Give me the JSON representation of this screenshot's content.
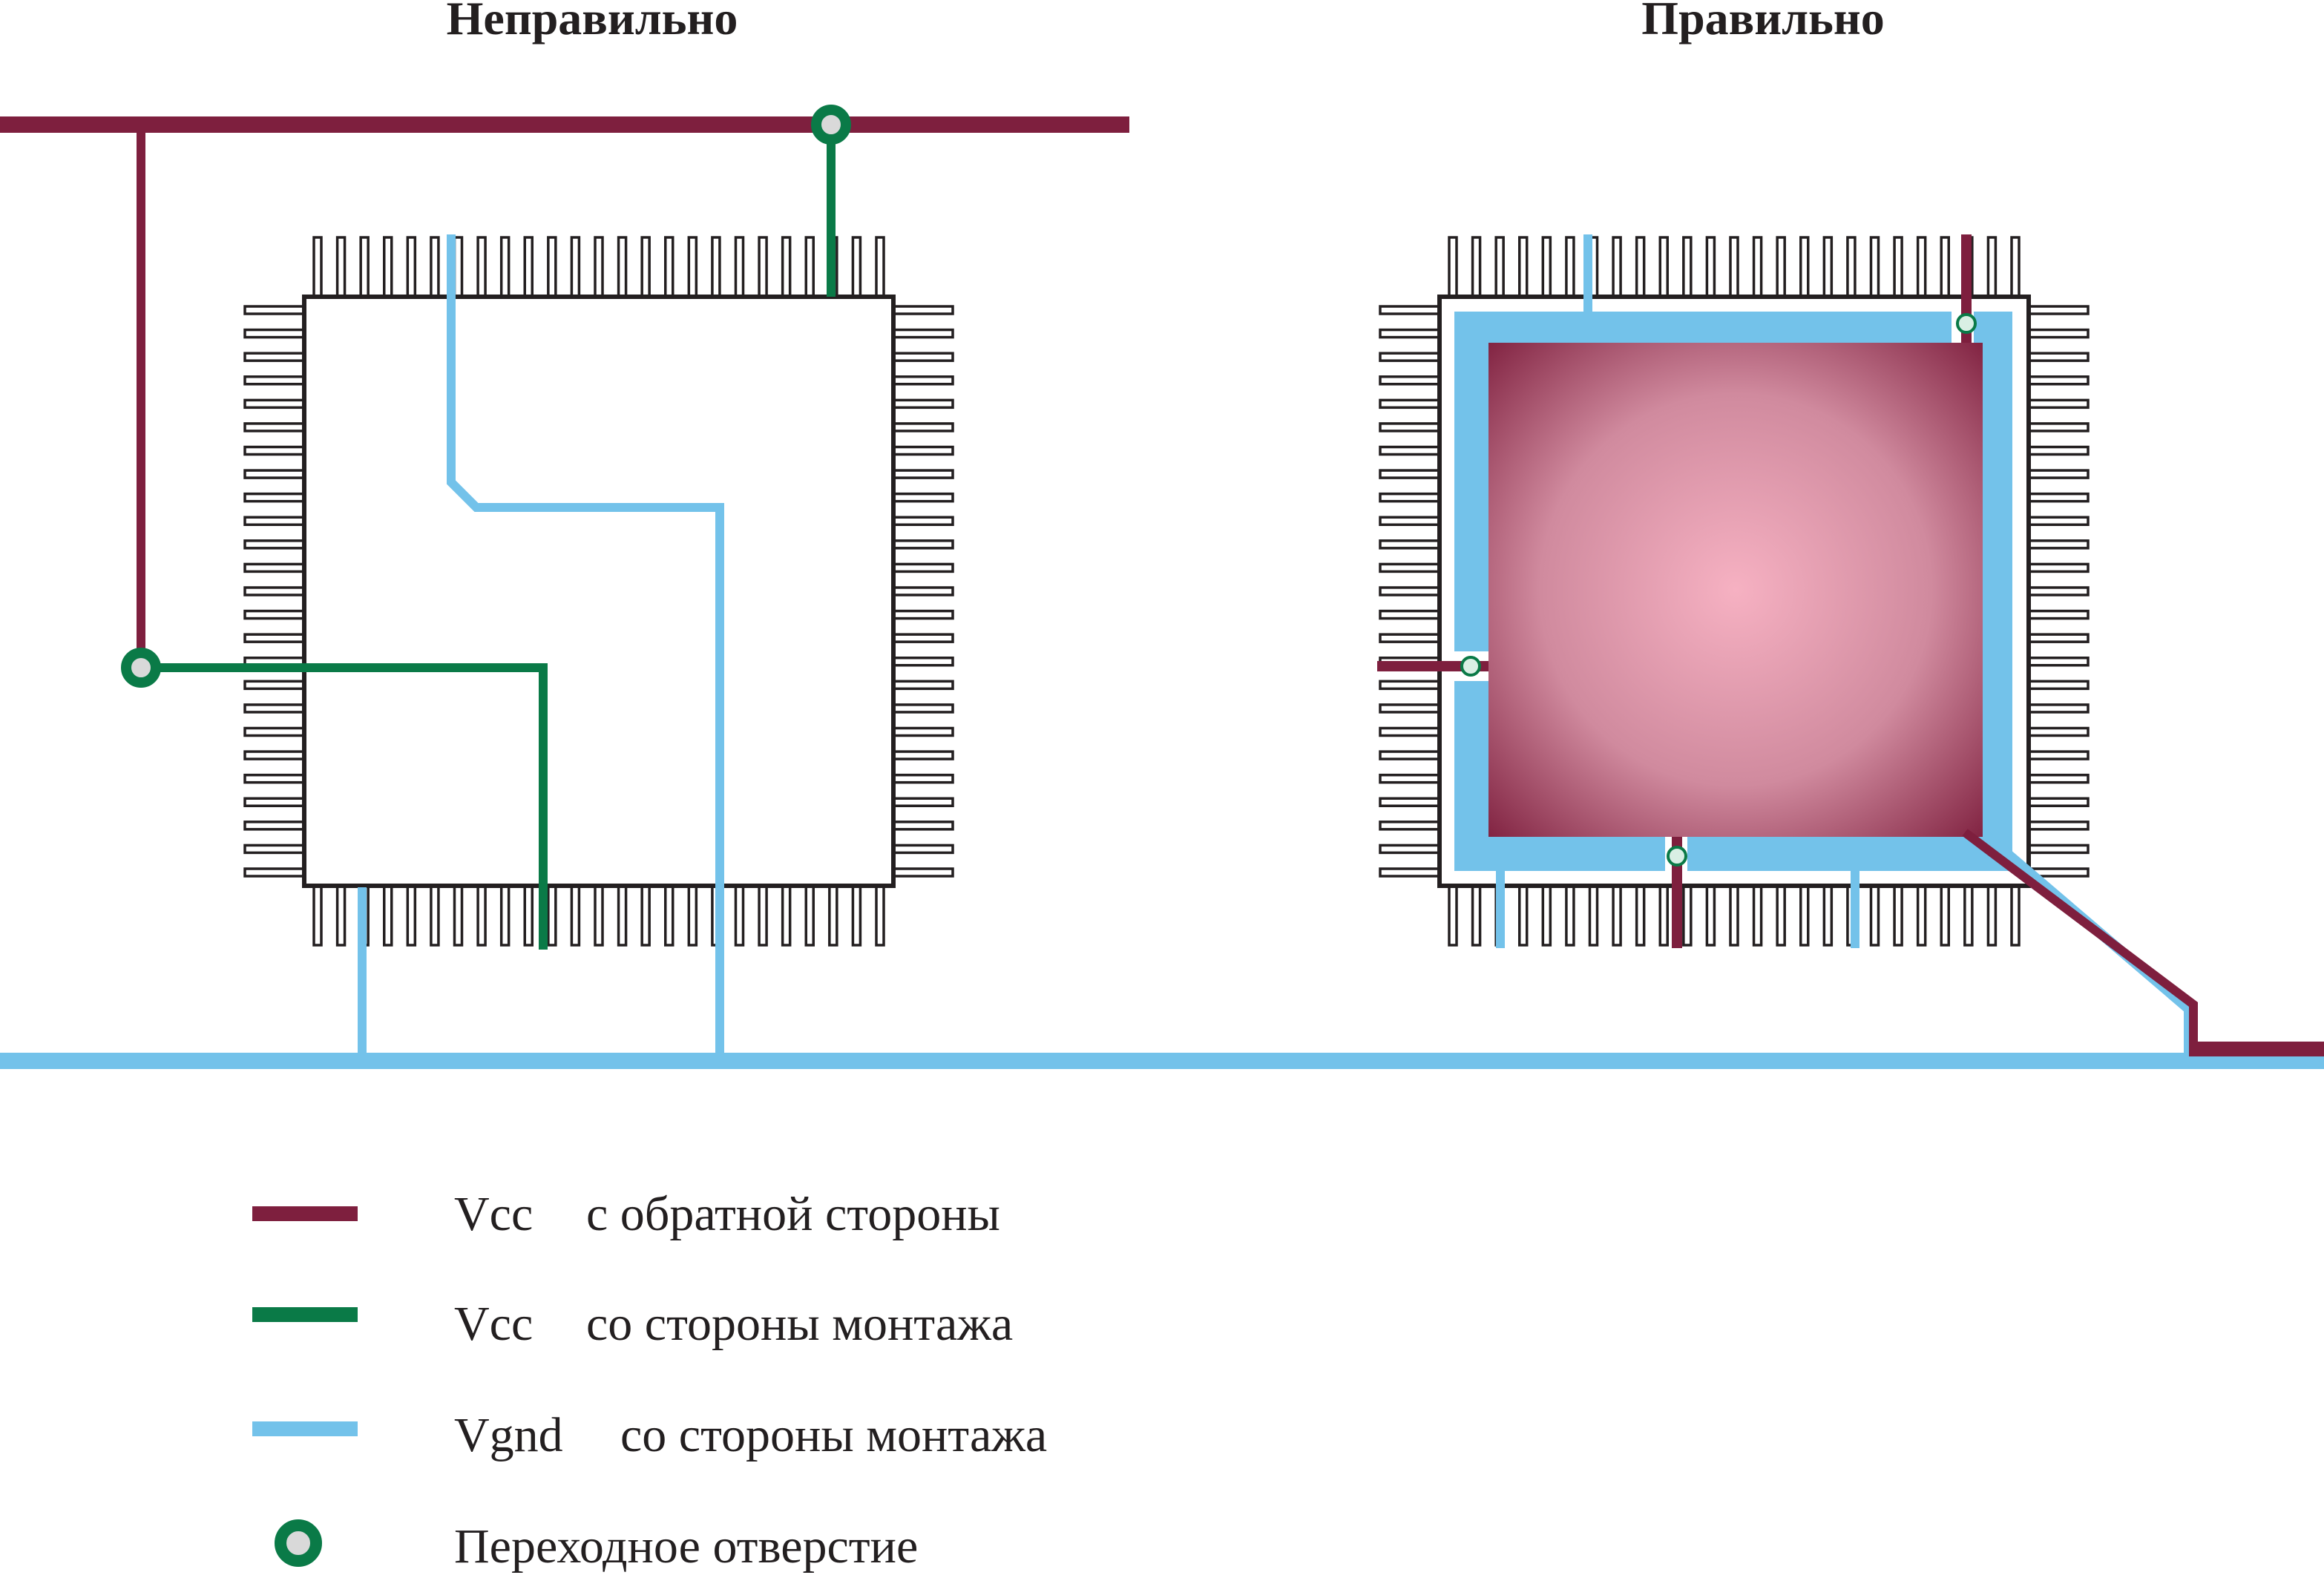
{
  "titles": {
    "wrong": "Неправильно",
    "right": "Правильно"
  },
  "colors": {
    "vcc_back": "#7e1f3e",
    "vcc_mount": "#0a7a47",
    "vgnd_mount": "#73c2ea",
    "outline": "#231f20",
    "via_fill": "#d9d9d9",
    "plane_center": "#f6b1c2",
    "plane_edge": "#7e1f3e"
  },
  "legend": [
    {
      "symbol": "line",
      "color_key": "vcc_back",
      "name": "Vcc",
      "desc": "с обратной стороны"
    },
    {
      "symbol": "line",
      "color_key": "vcc_mount",
      "name": "Vcc",
      "desc": "со стороны монтажа"
    },
    {
      "symbol": "line",
      "color_key": "vgnd_mount",
      "name": "Vgnd",
      "desc": "со стороны монтажа"
    },
    {
      "symbol": "via",
      "color_key": "vcc_mount",
      "name": "",
      "desc": "Переходное отверстие"
    }
  ]
}
